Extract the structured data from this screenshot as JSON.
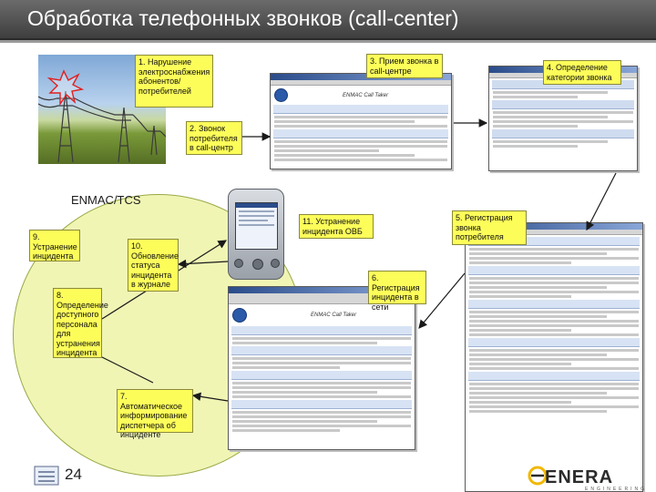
{
  "title": "Обработка телефонных звонков (call-center)",
  "ellipse_label": "ENMAC/TCS",
  "steps": [
    {
      "id": "s1",
      "text": "1. Нарушение электроснабжения абонентов/потребителей"
    },
    {
      "id": "s2",
      "text": "2. Звонок потребителя в call-центр"
    },
    {
      "id": "s3",
      "text": "3. Прием звонка в call-центре"
    },
    {
      "id": "s4",
      "text": "4. Определение категории звонка"
    },
    {
      "id": "s5",
      "text": "5. Регистрация звонка потребителя"
    },
    {
      "id": "s6",
      "text": "6. Регистрация инцидента в сети"
    },
    {
      "id": "s7",
      "text": "7. Автоматическое информирование диспетчера об инциденте"
    },
    {
      "id": "s8",
      "text": "8. Определение доступного персонала для устранения инцидента"
    },
    {
      "id": "s9",
      "text": "9. Устранение инцидента"
    },
    {
      "id": "s10",
      "text": "10. Обновление статуса инцидента в журнале"
    },
    {
      "id": "s11",
      "text": "11. Устранение инцидента ОВБ"
    }
  ],
  "screens": {
    "call_taker_top": "ENMAC Call Taker",
    "call_taker_bottom": "ENMAC Call Taker"
  },
  "footer": {
    "page_number": "24",
    "logo": "ENERA",
    "logo_sub": "ENGINEERING"
  },
  "colors": {
    "note_fill": "#fdfd5a",
    "ellipse_fill": "#f0f5b4",
    "title_bar": "#4f4f4f",
    "arrow": "#1a1a1a",
    "logo_accent": "#f1b800"
  }
}
